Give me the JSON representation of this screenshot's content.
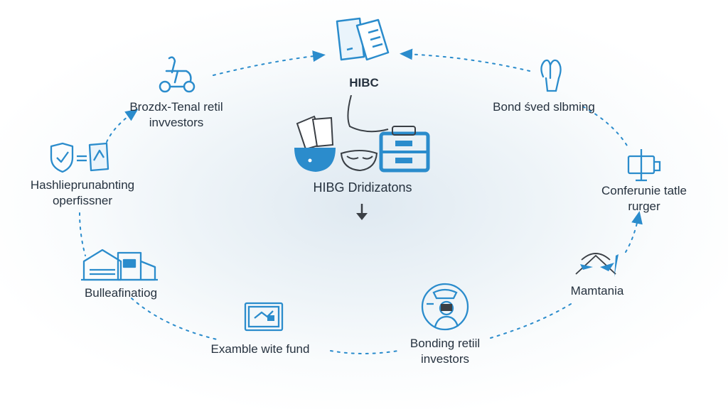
{
  "colors": {
    "accent": "#2b8ccc",
    "text": "#26323f",
    "dark": "#3a3f45"
  },
  "center": {
    "title": "HIBC",
    "subtitle": "HIBG Dridizatons",
    "top_icon": "documents-icon",
    "cluster_icon": "bowl-mask-briefcase-icon",
    "arrow_icon": "down-arrow-icon"
  },
  "nodes": [
    {
      "id": "top-left",
      "icon": "scooter-icon",
      "lines": [
        "Brozdx-Tenal retil",
        "invvestors"
      ]
    },
    {
      "id": "top-right",
      "icon": "hand-icon",
      "lines": [
        "Bond śved slbming"
      ]
    },
    {
      "id": "left",
      "icon": "shield-document-icon",
      "lines": [
        "Hashliepruпabnting",
        "operfissner"
      ]
    },
    {
      "id": "right",
      "icon": "balance-icon",
      "lines": [
        "Conferunie tatle",
        "rurger"
      ]
    },
    {
      "id": "bottom-left",
      "icon": "building-icon",
      "lines": [
        "Bulleafinatiog"
      ]
    },
    {
      "id": "bottom-right",
      "icon": "tent-icon",
      "lines": [
        "Mamtania"
      ]
    },
    {
      "id": "bottom-center-left",
      "icon": "certificate-icon",
      "lines": [
        "Examble wite fund"
      ]
    },
    {
      "id": "bottom-center-right",
      "icon": "person-badge-icon",
      "lines": [
        "Bonding retiil",
        "investors"
      ]
    }
  ]
}
